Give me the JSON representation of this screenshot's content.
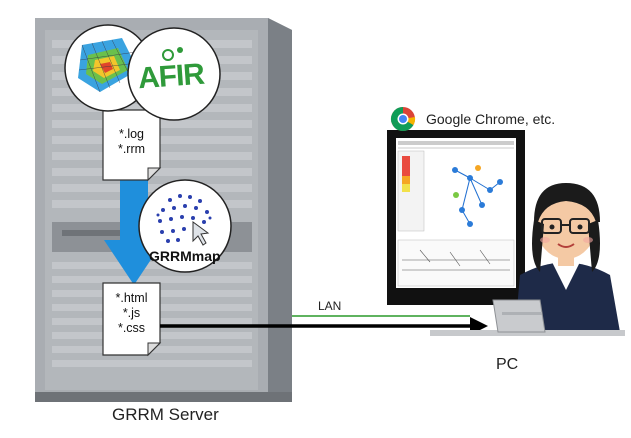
{
  "server": {
    "label": "GRRM Server"
  },
  "input_files": {
    "line1": "*.log",
    "line2": "*.rrm"
  },
  "output_files": {
    "line1": "*.html",
    "line2": "*.js",
    "line3": "*.css"
  },
  "tool": {
    "label": "GRRMmap"
  },
  "program_logo": {
    "text": "AFIR"
  },
  "browser": {
    "label": "Google Chrome, etc."
  },
  "link": {
    "label": "LAN"
  },
  "client": {
    "label": "PC"
  },
  "colors": {
    "server_body": "#7f8389",
    "server_front": "#a7abb0",
    "flow_arrow": "#1f8fdc",
    "lan_line": "#2a9a2a",
    "afir_green": "#2f9a3a"
  }
}
